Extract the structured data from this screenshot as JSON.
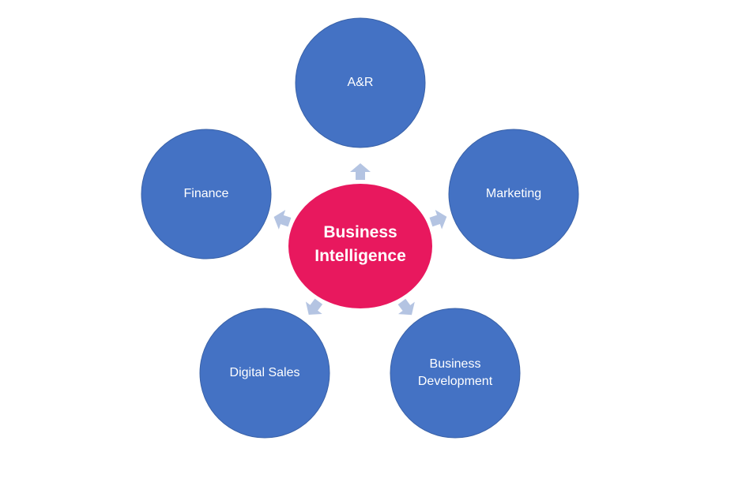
{
  "center": {
    "label_lines": [
      "Business",
      "Intelligence"
    ],
    "color": "#E8185E"
  },
  "nodes": [
    {
      "id": "ar",
      "label_lines": [
        "A&R"
      ]
    },
    {
      "id": "marketing",
      "label_lines": [
        "Marketing"
      ]
    },
    {
      "id": "business-development",
      "label_lines": [
        "Business",
        "Development"
      ]
    },
    {
      "id": "digital-sales",
      "label_lines": [
        "Digital Sales"
      ]
    },
    {
      "id": "finance",
      "label_lines": [
        "Finance"
      ]
    }
  ],
  "colors": {
    "node_fill": "#4472C4",
    "node_stroke": "#3A62A8",
    "arrow_fill": "#B4C4E2"
  }
}
